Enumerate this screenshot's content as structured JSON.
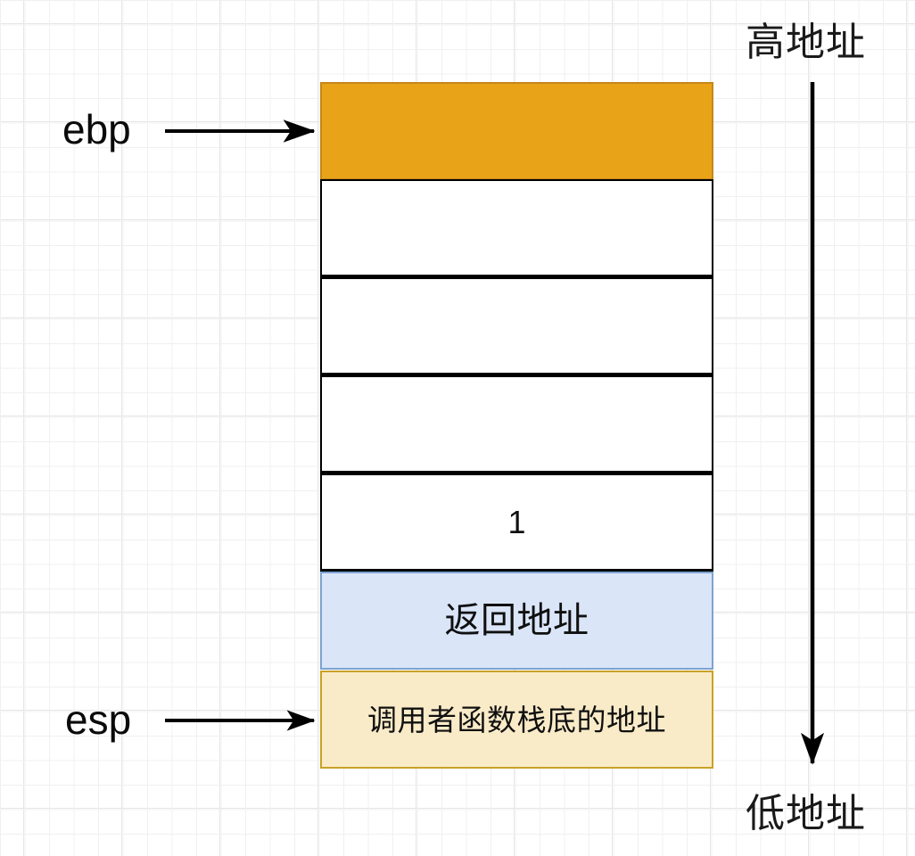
{
  "diagram": {
    "title": "x86 function call stack frame layout",
    "background": {
      "grid": "true",
      "grid_color": "#e8e8e8",
      "canvas_color": "#ffffff"
    },
    "colors": {
      "orange_fill": "#E9A319",
      "orange_border": "#C5871A",
      "blue_fill": "#DAE5F8",
      "blue_border": "#7EA2D0",
      "yellow_fill": "#FAEBC8",
      "yellow_border": "#C9A227",
      "white_fill": "#FFFFFF",
      "stroke": "#000000"
    },
    "stack_cells": [
      {
        "id": "cell-orange-top",
        "label": "",
        "style": "orange"
      },
      {
        "id": "cell-empty-1",
        "label": "",
        "style": "white"
      },
      {
        "id": "cell-empty-2",
        "label": "",
        "style": "white"
      },
      {
        "id": "cell-empty-3",
        "label": "",
        "style": "white"
      },
      {
        "id": "cell-value-1",
        "label": "1",
        "style": "white"
      },
      {
        "id": "cell-return-address",
        "label": "返回地址",
        "style": "blue"
      },
      {
        "id": "cell-caller-frame-base",
        "label": "调用者函数栈底的地址",
        "style": "yellow"
      }
    ],
    "registers": [
      {
        "name": "ebp",
        "label": "ebp",
        "points_to": "cell-orange-top"
      },
      {
        "name": "esp",
        "label": "esp",
        "points_to": "cell-caller-frame-base"
      }
    ],
    "address_axis": {
      "high_label": "高地址",
      "low_label": "低地址",
      "direction": "downward"
    }
  }
}
